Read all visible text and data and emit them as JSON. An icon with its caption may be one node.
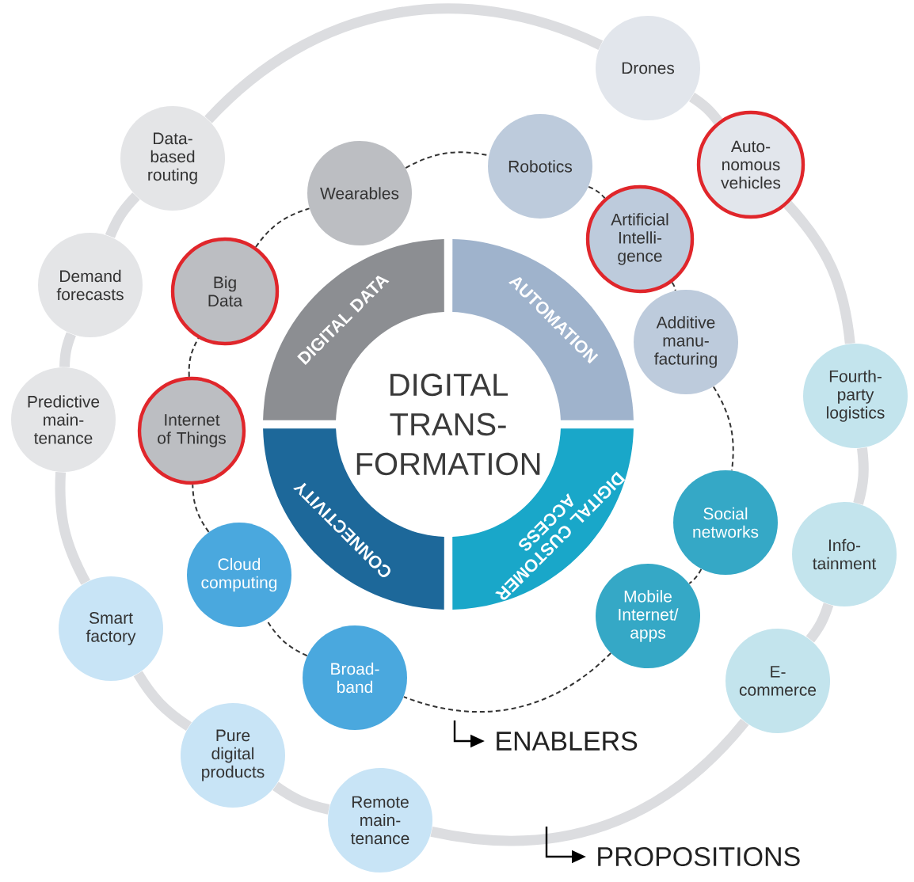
{
  "diagram": {
    "nodes": [
      {
        "text": [
          "DIGITAL TRANS- FORMATION"
        ]
      },
      {
        "text": [
          "DIGITAL DATA"
        ]
      },
      {
        "text": [
          "AUTOMATION"
        ]
      },
      {
        "text": [
          "CONNECTIVITY"
        ]
      },
      {
        "text": [
          "DIGITAL CUSTOMER ACCESS"
        ]
      },
      {
        "text": [
          "Wearables"
        ]
      },
      {
        "text": [
          "Robotics"
        ]
      },
      {
        "text": [
          "Artificial Intelli- gence"
        ]
      },
      {
        "text": [
          "Additive manu- facturing"
        ]
      },
      {
        "text": [
          "Social networks"
        ]
      },
      {
        "text": [
          "Mobile Internet/ apps"
        ]
      },
      {
        "text": [
          "Broad- band"
        ]
      },
      {
        "text": [
          "Cloud computing"
        ]
      },
      {
        "text": [
          "Internet of Things"
        ]
      },
      {
        "text": [
          "Big Data"
        ]
      },
      {
        "text": [
          "Drones"
        ]
      },
      {
        "text": [
          "Auto- nomous vehicles"
        ]
      },
      {
        "text": [
          "Fourth- party logistics"
        ]
      },
      {
        "text": [
          "Info- tainment"
        ]
      },
      {
        "text": [
          "E- commerce"
        ]
      },
      {
        "text": [
          "Remote main- tenance"
        ]
      },
      {
        "text": [
          "Pure digital products"
        ]
      },
      {
        "text": [
          "Smart factory"
        ]
      },
      {
        "text": [
          "Predictive main- tenance"
        ]
      },
      {
        "text": [
          "Demand forecasts"
        ]
      },
      {
        "text": [
          "Data- based routing"
        ]
      }
    ],
    "edges": [
      {
        "from": 5,
        "to": 6,
        "arrow": "none",
        "style": "dashed",
        "color": "#333333"
      },
      {
        "from": 6,
        "to": 7,
        "arrow": "none",
        "style": "dashed",
        "color": "#333333"
      },
      {
        "from": 7,
        "to": 8,
        "arrow": "none",
        "style": "dashed",
        "color": "#333333"
      },
      {
        "from": 8,
        "to": 9,
        "arrow": "none",
        "style": "dashed",
        "color": "#333333"
      },
      {
        "from": 9,
        "to": 10,
        "arrow": "none",
        "style": "dashed",
        "color": "#333333"
      },
      {
        "from": 10,
        "to": 11,
        "arrow": "none",
        "style": "dashed",
        "color": "#333333"
      },
      {
        "from": 11,
        "to": 12,
        "arrow": "none",
        "style": "dashed",
        "color": "#333333"
      },
      {
        "from": 12,
        "to": 13,
        "arrow": "none",
        "style": "dashed",
        "color": "#333333"
      },
      {
        "from": 13,
        "to": 14,
        "arrow": "none",
        "style": "dashed",
        "color": "#333333"
      },
      {
        "from": 14,
        "to": 5,
        "arrow": "none",
        "style": "dashed",
        "color": "#333333"
      },
      {
        "from": 15,
        "to": 16,
        "arrow": "none"
      },
      {
        "from": 16,
        "to": 17,
        "arrow": "none"
      },
      {
        "from": 17,
        "to": 18,
        "arrow": "none"
      },
      {
        "from": 18,
        "to": 19,
        "arrow": "none"
      },
      {
        "from": 19,
        "to": 20,
        "arrow": "none"
      },
      {
        "from": 20,
        "to": 21,
        "arrow": "none"
      },
      {
        "from": 21,
        "to": 22,
        "arrow": "none"
      },
      {
        "from": 22,
        "to": 23,
        "arrow": "none"
      },
      {
        "from": 23,
        "to": 24,
        "arrow": "none"
      },
      {
        "from": 24,
        "to": 25,
        "arrow": "none"
      },
      {
        "from": 25,
        "to": 15,
        "arrow": "none"
      }
    ],
    "labels": [
      "ENABLERS",
      "PROPOSITIONS"
    ]
  }
}
